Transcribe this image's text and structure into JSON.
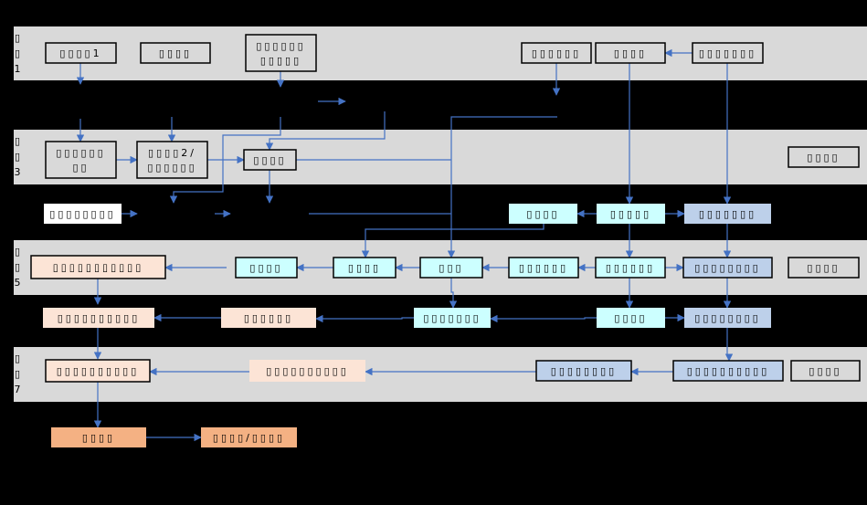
{
  "colors": {
    "band": "#d9d9d9",
    "edge": "#4472c4",
    "cyan": "#ccffff",
    "blue": "#bdd0ea",
    "peach": "#fce4d6",
    "orange": "#f4b183",
    "white": "#ffffff"
  },
  "bands": [
    {
      "id": "b1",
      "label": "▯▯1"
    },
    {
      "id": "b3",
      "label": "▯▯3"
    },
    {
      "id": "b5",
      "label": "▯▯5"
    },
    {
      "id": "b7",
      "label": "▯▯7"
    }
  ],
  "nodes": [
    {
      "id": "n1",
      "lines": [
        "▯▯▯▯1"
      ],
      "fill": "none"
    },
    {
      "id": "n2",
      "lines": [
        "▯▯▯▯"
      ],
      "fill": "none"
    },
    {
      "id": "n3",
      "lines": [
        "▯▯▯▯▯▯",
        "▯▯▯▯▯"
      ],
      "fill": "none"
    },
    {
      "id": "n4",
      "lines": [
        "▯▯▯▯▯▯"
      ],
      "fill": "none"
    },
    {
      "id": "n5",
      "lines": [
        "▯▯▯▯"
      ],
      "fill": "none"
    },
    {
      "id": "n6",
      "lines": [
        "▯▯▯▯▯▯▯"
      ],
      "fill": "none"
    },
    {
      "id": "n7",
      "lines": [
        "▯▯▯▯▯▯",
        "▯▯"
      ],
      "fill": "none"
    },
    {
      "id": "n8",
      "lines": [
        "▯▯▯▯2/",
        "▯▯▯▯▯▯"
      ],
      "fill": "none"
    },
    {
      "id": "n9",
      "lines": [
        "▯▯▯▯"
      ],
      "fill": "none"
    },
    {
      "id": "n10",
      "lines": [
        "▯▯▯▯"
      ],
      "fill": "none"
    },
    {
      "id": "n11",
      "lines": [
        "▯▯▯▯▯▯▯▯"
      ],
      "fill": "white"
    },
    {
      "id": "n12",
      "lines": [
        "▯▯▯▯"
      ],
      "fill": "cyan"
    },
    {
      "id": "n13",
      "lines": [
        "▯▯▯▯▯"
      ],
      "fill": "cyan"
    },
    {
      "id": "n14",
      "lines": [
        "▯▯▯▯▯▯▯"
      ],
      "fill": "blue"
    },
    {
      "id": "n15",
      "lines": [
        "▯▯▯▯▯▯▯▯▯▯▯"
      ],
      "fill": "peach"
    },
    {
      "id": "n16",
      "lines": [
        "▯▯▯▯"
      ],
      "fill": "cyan"
    },
    {
      "id": "n17",
      "lines": [
        "▯▯▯▯"
      ],
      "fill": "cyan"
    },
    {
      "id": "n18",
      "lines": [
        "▯▯▯"
      ],
      "fill": "cyan"
    },
    {
      "id": "n19",
      "lines": [
        "▯▯▯▯▯▯"
      ],
      "fill": "cyan"
    },
    {
      "id": "n20",
      "lines": [
        "▯▯▯▯▯▯"
      ],
      "fill": "cyan"
    },
    {
      "id": "n21",
      "lines": [
        "▯▯▯▯▯▯▯▯"
      ],
      "fill": "blue"
    },
    {
      "id": "n22",
      "lines": [
        "▯▯▯▯"
      ],
      "fill": "none"
    },
    {
      "id": "n23",
      "lines": [
        "▯▯▯▯▯▯▯▯▯▯"
      ],
      "fill": "peach"
    },
    {
      "id": "n24",
      "lines": [
        "▯▯▯▯▯▯"
      ],
      "fill": "peach"
    },
    {
      "id": "n25",
      "lines": [
        "▯▯▯▯▯▯▯"
      ],
      "fill": "cyan"
    },
    {
      "id": "n26",
      "lines": [
        "▯▯▯▯"
      ],
      "fill": "cyan"
    },
    {
      "id": "n27",
      "lines": [
        "▯▯▯▯▯▯▯▯"
      ],
      "fill": "blue"
    },
    {
      "id": "n28",
      "lines": [
        "▯▯▯▯▯▯▯▯▯▯"
      ],
      "fill": "peach"
    },
    {
      "id": "n29",
      "lines": [
        "▯▯▯▯▯▯▯▯▯▯"
      ],
      "fill": "peach"
    },
    {
      "id": "n30",
      "lines": [
        "▯▯▯▯▯▯▯▯"
      ],
      "fill": "blue"
    },
    {
      "id": "n31",
      "lines": [
        "▯▯▯▯▯▯▯▯▯▯"
      ],
      "fill": "blue"
    },
    {
      "id": "n32",
      "lines": [
        "▯▯▯▯"
      ],
      "fill": "none"
    },
    {
      "id": "n33",
      "lines": [
        "▯▯▯▯"
      ],
      "fill": "orange"
    },
    {
      "id": "n34",
      "lines": [
        "▯▯▯▯/▯▯▯▯"
      ],
      "fill": "orange"
    }
  ]
}
